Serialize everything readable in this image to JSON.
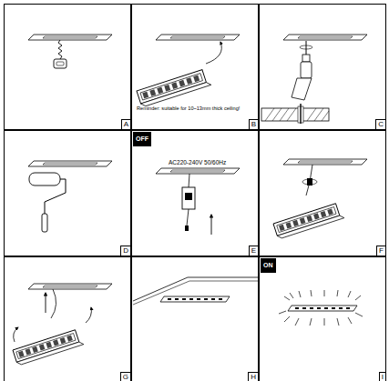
{
  "diagram": {
    "nodes": [
      {
        "text": [
          "A"
        ]
      },
      {
        "text": [
          "Reminder: suitable for 10~13mm thick ceiling!",
          "B"
        ]
      },
      {
        "text": [
          "C"
        ]
      },
      {
        "text": [
          "D"
        ]
      },
      {
        "text": [
          "AC220-240V 50/60Hz",
          "E"
        ]
      },
      {
        "text": [
          "OFF"
        ],
        "in": 4
      },
      {
        "text": [
          "F"
        ]
      },
      {
        "text": [
          "G"
        ]
      },
      {
        "text": [
          "H"
        ]
      },
      {
        "text": [
          "I"
        ]
      },
      {
        "text": [
          "ON"
        ],
        "in": 9
      }
    ]
  }
}
